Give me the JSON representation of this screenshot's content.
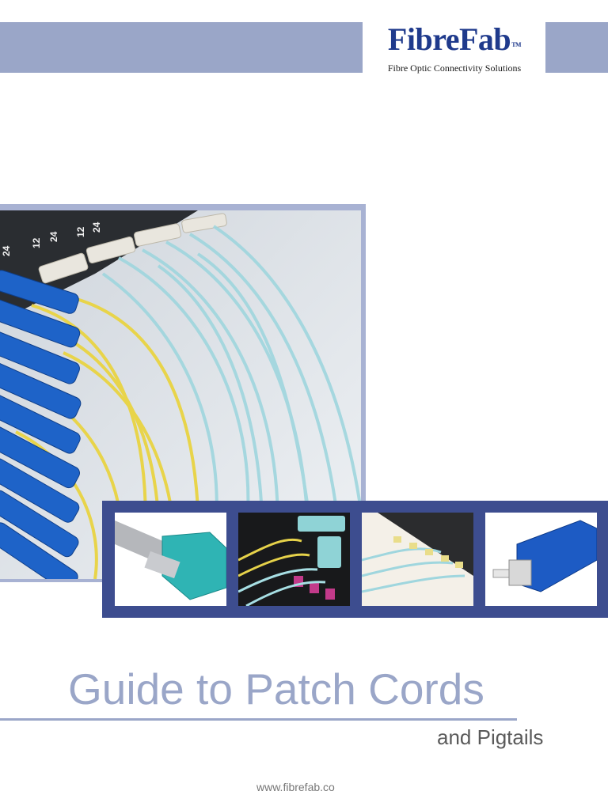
{
  "brand": {
    "name": "FibreFab",
    "trademark": "TM",
    "tagline": "Fibre Optic Connectivity Solutions"
  },
  "hero_image": {
    "description_icon": "fibre-patch-panel-photo",
    "port_labels": [
      "24",
      "12",
      "24",
      "12",
      "24"
    ]
  },
  "thumbnails": [
    {
      "icon": "lc-connector-photo"
    },
    {
      "icon": "mtp-cassette-photo"
    },
    {
      "icon": "patch-panel-photo"
    },
    {
      "icon": "sc-connector-photo"
    }
  ],
  "title": "Guide to Patch Cords",
  "subtitle": "and Pigtails",
  "website": "www.fibrefab.co",
  "colors": {
    "accent_light": "#9aa6c8",
    "accent_dark": "#3d4d8f",
    "brand_blue": "#1f3a8c"
  }
}
